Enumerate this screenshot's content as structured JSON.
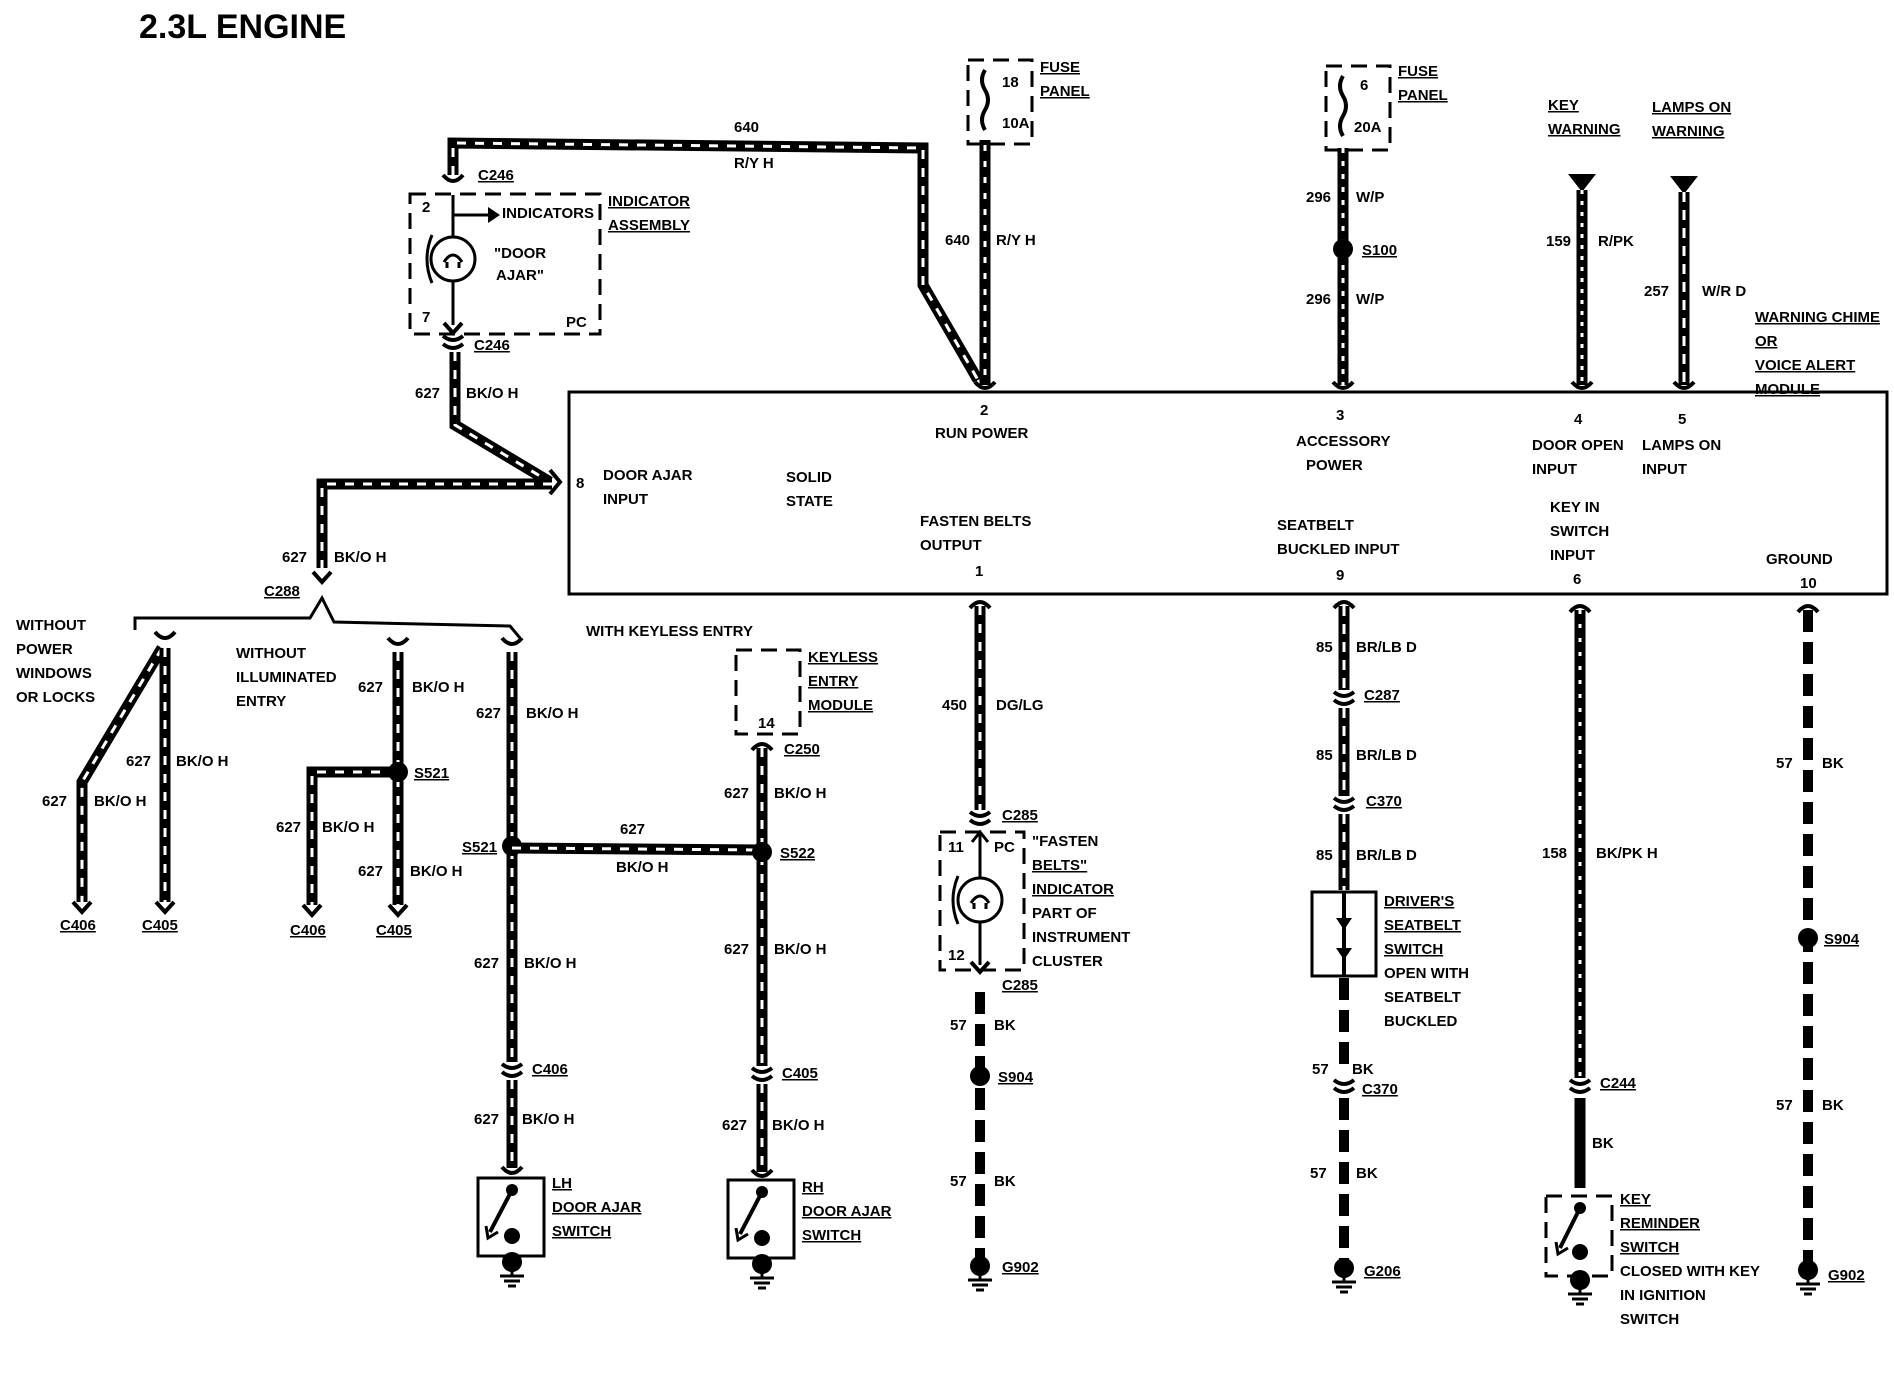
{
  "title": "2.3L ENGINE",
  "wire_labels": [
    {
      "id": "w640top",
      "text": "640"
    },
    {
      "id": "wryh1",
      "text": "R/Y H"
    },
    {
      "id": "w640b",
      "text": "640"
    },
    {
      "id": "wryh2",
      "text": "R/Y H"
    },
    {
      "id": "w296a",
      "text": "296"
    },
    {
      "id": "wwp1",
      "text": "W/P"
    },
    {
      "id": "w296b",
      "text": "296"
    },
    {
      "id": "wwp2",
      "text": "W/P"
    },
    {
      "id": "w159",
      "text": "159"
    },
    {
      "id": "wrpk",
      "text": "R/PK"
    },
    {
      "id": "w257",
      "text": "257"
    },
    {
      "id": "wwrd",
      "text": "W/R D"
    },
    {
      "id": "w627a",
      "text": "627"
    },
    {
      "id": "wbkoh1",
      "text": "BK/O H"
    },
    {
      "id": "w627b",
      "text": "627"
    },
    {
      "id": "wbkoh2",
      "text": "BK/O H"
    },
    {
      "id": "w627c",
      "text": "627"
    },
    {
      "id": "wbkoh3",
      "text": "BK/O H"
    },
    {
      "id": "w627d",
      "text": "627"
    },
    {
      "id": "wbkoh4",
      "text": "BK/O H"
    },
    {
      "id": "w627e",
      "text": "627"
    },
    {
      "id": "wbkoh5",
      "text": "BK/O H"
    },
    {
      "id": "w627f",
      "text": "627"
    },
    {
      "id": "wbkoh6",
      "text": "BK/O H"
    },
    {
      "id": "w627g",
      "text": "627"
    },
    {
      "id": "wbkoh7",
      "text": "BK/O H"
    },
    {
      "id": "w627h",
      "text": "627"
    },
    {
      "id": "wbkoh8",
      "text": "BK/O H"
    },
    {
      "id": "w627i",
      "text": "627"
    },
    {
      "id": "wbkoh9",
      "text": "BK/O H"
    },
    {
      "id": "w627j",
      "text": "627"
    },
    {
      "id": "wbkoh10",
      "text": "BK/O H"
    },
    {
      "id": "w627k",
      "text": "627"
    },
    {
      "id": "wbkoh11",
      "text": "BK/O H"
    },
    {
      "id": "w627l",
      "text": "627"
    },
    {
      "id": "wbkoh12",
      "text": "BK/O H"
    },
    {
      "id": "w627m",
      "text": "627"
    },
    {
      "id": "wbkoh13",
      "text": "BK/O H"
    },
    {
      "id": "w627n",
      "text": "627"
    },
    {
      "id": "wbkoh14",
      "text": "BK/O H"
    },
    {
      "id": "w450",
      "text": "450"
    },
    {
      "id": "wdglg",
      "text": "DG/LG"
    },
    {
      "id": "w57a",
      "text": "57"
    },
    {
      "id": "wbka",
      "text": "BK"
    },
    {
      "id": "w57b",
      "text": "57"
    },
    {
      "id": "wbkb",
      "text": "BK"
    },
    {
      "id": "w85a",
      "text": "85"
    },
    {
      "id": "wbrlb1",
      "text": "BR/LB D"
    },
    {
      "id": "w85b",
      "text": "85"
    },
    {
      "id": "wbrlb2",
      "text": "BR/LB D"
    },
    {
      "id": "w85c",
      "text": "85"
    },
    {
      "id": "wbrlb3",
      "text": "BR/LB D"
    },
    {
      "id": "w57c",
      "text": "57"
    },
    {
      "id": "wbkc",
      "text": "BK"
    },
    {
      "id": "w57d",
      "text": "57"
    },
    {
      "id": "wbkd",
      "text": "BK"
    },
    {
      "id": "w158",
      "text": "158"
    },
    {
      "id": "wbkpk",
      "text": "BK/PK H"
    },
    {
      "id": "wbke",
      "text": "BK"
    },
    {
      "id": "w57e",
      "text": "57"
    },
    {
      "id": "wbkf",
      "text": "BK"
    },
    {
      "id": "w57f",
      "text": "57"
    },
    {
      "id": "wbkg",
      "text": "BK"
    }
  ],
  "connectors": {
    "c246a": "C246",
    "c246b": "C246",
    "c288": "C288",
    "c406a": "C406",
    "c405a": "C405",
    "c406b": "C406",
    "c405b": "C405",
    "c406c": "C406",
    "c405c": "C405",
    "c250": "C250",
    "c285a": "C285",
    "c285b": "C285",
    "c287": "C287",
    "c370a": "C370",
    "c370b": "C370",
    "c244": "C244",
    "s100": "S100",
    "s521a": "S521",
    "s521b": "S521",
    "s522": "S522",
    "s904a": "S904",
    "s904b": "S904",
    "g902a": "G902",
    "g206": "G206",
    "g902b": "G902"
  },
  "fuse1": {
    "number": "18",
    "rating": "10A",
    "label1": "FUSE",
    "label2": "PANEL"
  },
  "fuse2": {
    "number": "6",
    "rating": "20A",
    "label1": "FUSE",
    "label2": "PANEL"
  },
  "indicator_assembly": {
    "label1": "INDICATOR",
    "label2": "ASSEMBLY",
    "indicators": "INDICATORS",
    "lamp1": "\"DOOR",
    "lamp2": "AJAR\"",
    "pin_top": "2",
    "pin_bottom": "7",
    "pc": "PC"
  },
  "key_warning": {
    "l1": "KEY",
    "l2": "WARNING"
  },
  "lamps_on_warning": {
    "l1": "LAMPS ON",
    "l2": "WARNING"
  },
  "module": {
    "name1": "WARNING CHIME",
    "name2": "OR",
    "name3": "VOICE ALERT",
    "name4": "MODULE",
    "solid1": "SOLID",
    "solid2": "STATE",
    "pins": [
      {
        "id": "p8",
        "num": "8",
        "l1": "DOOR AJAR",
        "l2": "INPUT"
      },
      {
        "id": "p2",
        "num": "2",
        "l1": "RUN POWER",
        "l2": ""
      },
      {
        "id": "p3",
        "num": "3",
        "l1": "ACCESSORY",
        "l2": "POWER"
      },
      {
        "id": "p4",
        "num": "4",
        "l1": "DOOR OPEN",
        "l2": "INPUT"
      },
      {
        "id": "p5",
        "num": "5",
        "l1": "LAMPS ON",
        "l2": "INPUT"
      },
      {
        "id": "p1",
        "num": "1",
        "l1": "FASTEN BELTS",
        "l2": "OUTPUT"
      },
      {
        "id": "p9",
        "num": "9",
        "l1": "SEATBELT",
        "l2": "BUCKLED INPUT"
      },
      {
        "id": "p6",
        "num": "6",
        "l1": "KEY IN",
        "l2": "SWITCH",
        "l3": "INPUT"
      },
      {
        "id": "p10",
        "num": "10",
        "l1": "GROUND",
        "l2": ""
      }
    ]
  },
  "branches": {
    "nopower1": "WITHOUT",
    "nopower2": "POWER",
    "nopower3": "WINDOWS",
    "nopower4": "OR LOCKS",
    "noillum1": "WITHOUT",
    "noillum2": "ILLUMINATED",
    "noillum3": "ENTRY",
    "keyless": "WITH KEYLESS ENTRY"
  },
  "keyless_module": {
    "l1": "KEYLESS",
    "l2": "ENTRY",
    "l3": "MODULE",
    "pin": "14"
  },
  "fasten_indicator": {
    "pin_top": "11",
    "pin_bottom": "12",
    "pc": "PC",
    "l1": "\"FASTEN",
    "l2": "BELTS\"",
    "l3": "INDICATOR",
    "l4": "PART OF",
    "l5": "INSTRUMENT",
    "l6": "CLUSTER"
  },
  "lh_switch": {
    "l1": "LH",
    "l2": "DOOR AJAR",
    "l3": "SWITCH"
  },
  "rh_switch": {
    "l1": "RH",
    "l2": "DOOR AJAR",
    "l3": "SWITCH"
  },
  "seatbelt_switch": {
    "l1": "DRIVER'S",
    "l2": "SEATBELT",
    "l3": "SWITCH",
    "l4": "OPEN WITH",
    "l5": "SEATBELT",
    "l6": "BUCKLED"
  },
  "key_reminder": {
    "l1": "KEY",
    "l2": "REMINDER",
    "l3": "SWITCH",
    "l4": "CLOSED WITH KEY",
    "l5": "IN IGNITION",
    "l6": "SWITCH"
  }
}
